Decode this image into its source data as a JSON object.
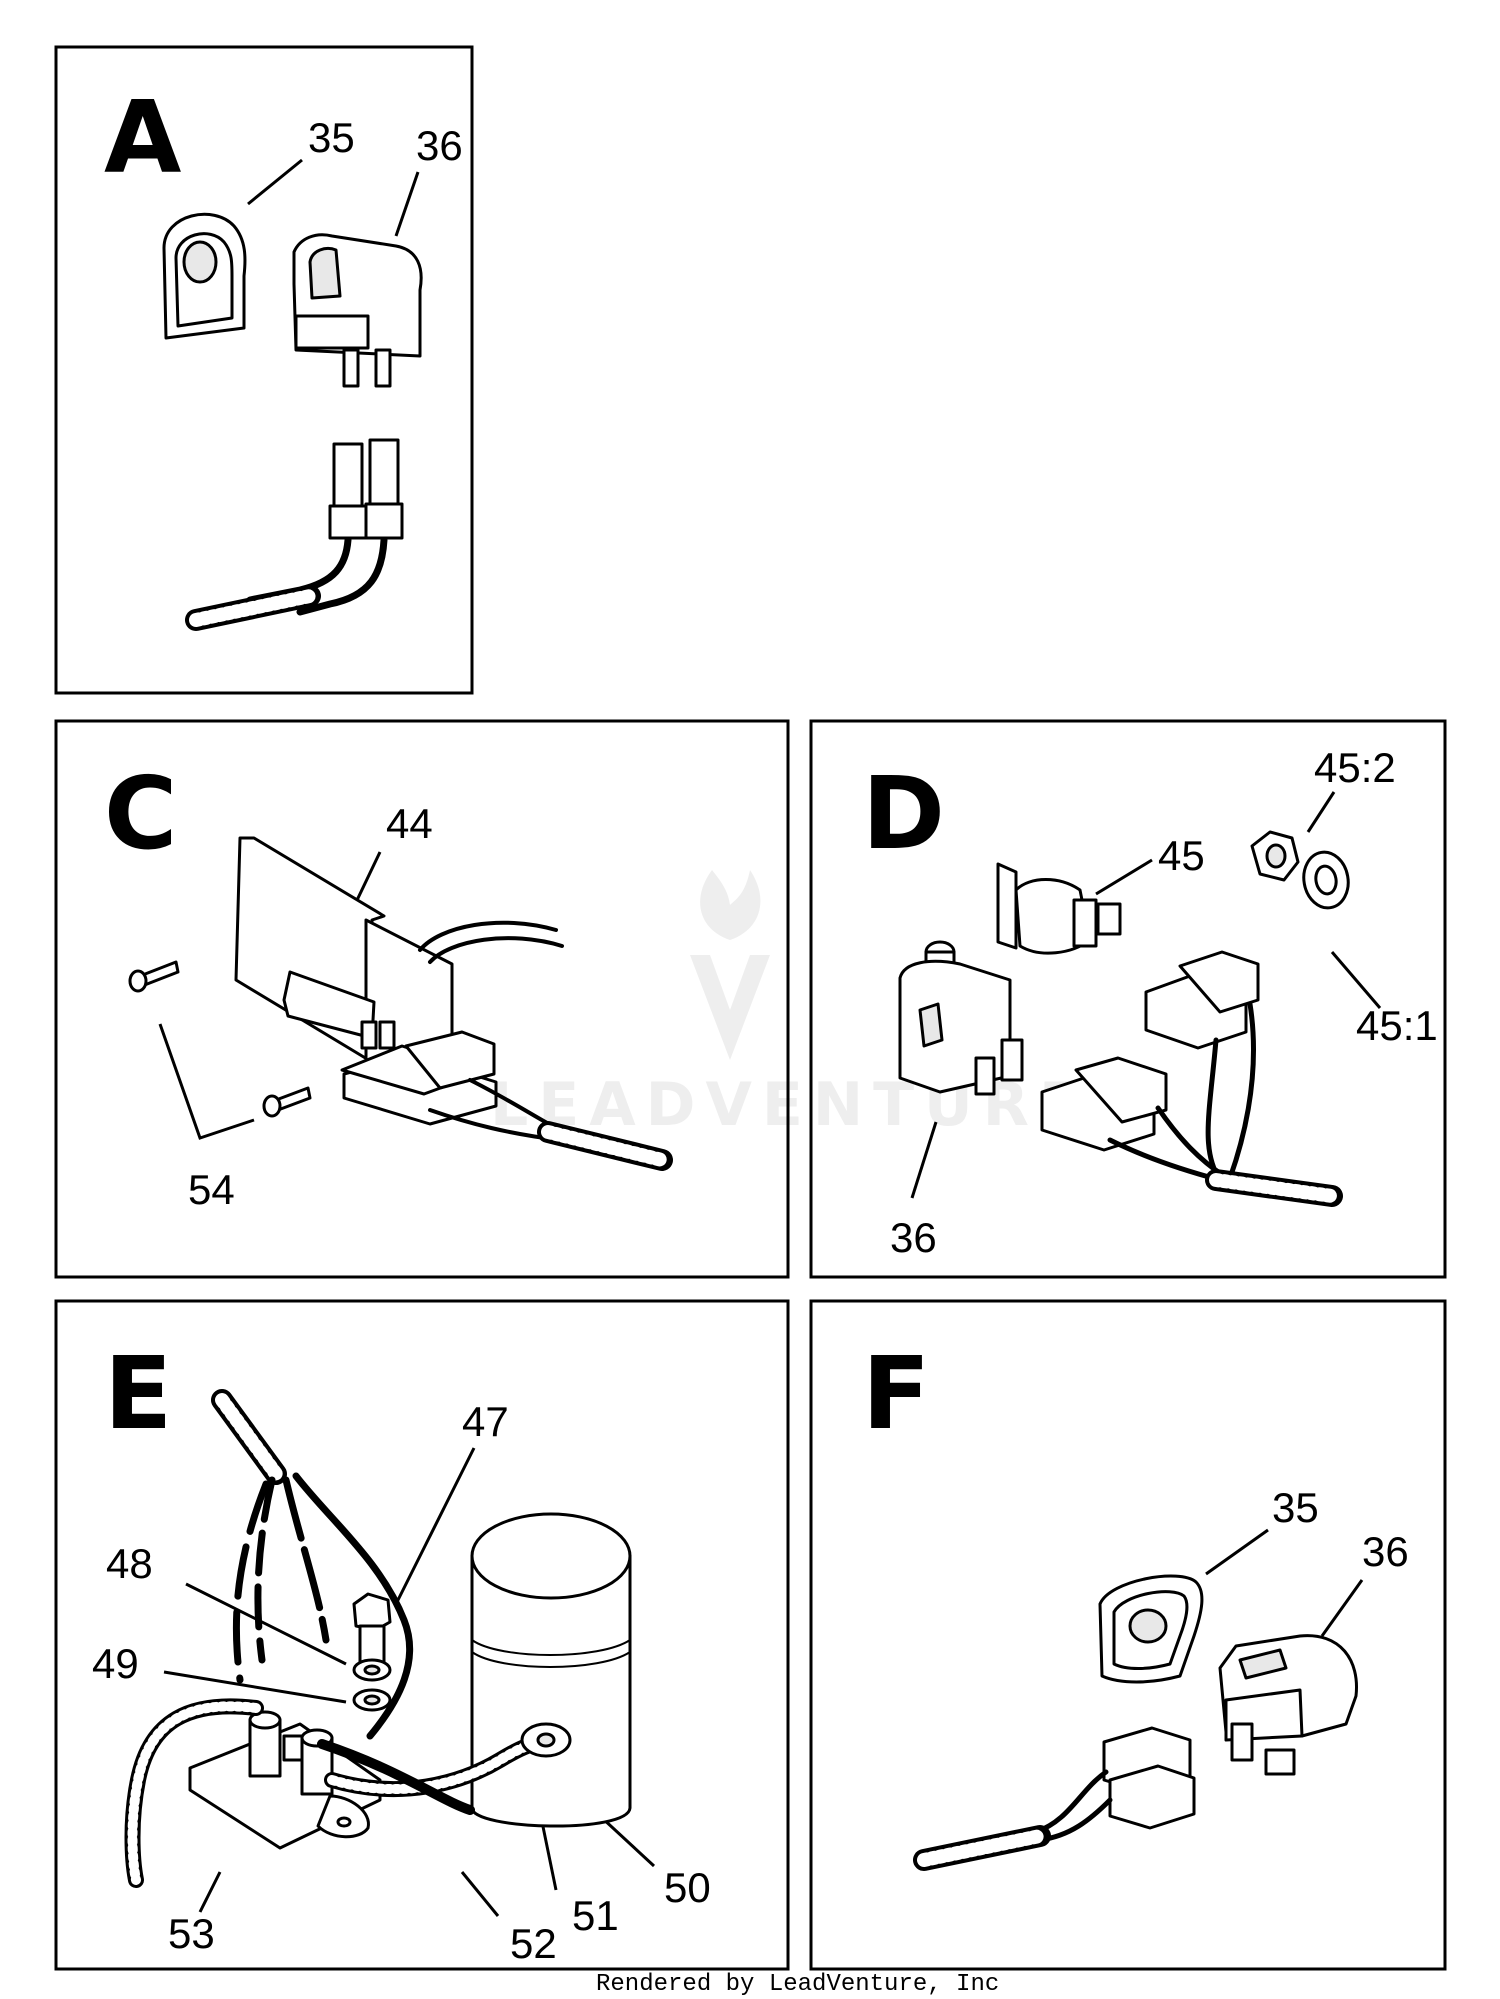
{
  "panels": [
    {
      "letter": "A",
      "callouts": [
        "35",
        "36"
      ]
    },
    {
      "letter": "C",
      "callouts": [
        "44",
        "54"
      ]
    },
    {
      "letter": "D",
      "callouts": [
        "45:2",
        "45",
        "45:1",
        "36"
      ]
    },
    {
      "letter": "E",
      "callouts": [
        "47",
        "48",
        "49",
        "53",
        "52",
        "51",
        "50"
      ]
    },
    {
      "letter": "F",
      "callouts": [
        "35",
        "36"
      ]
    }
  ],
  "watermark": "LEADVENTURE",
  "footer": "Rendered by LeadVenture, Inc"
}
